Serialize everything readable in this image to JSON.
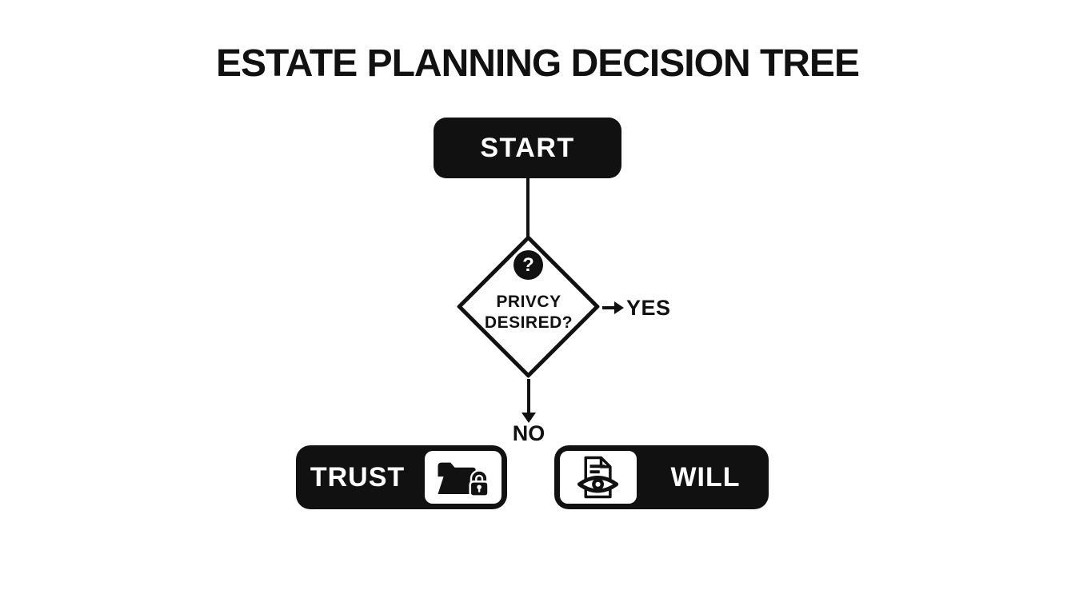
{
  "title": "ESTATE PLANNING DECISION TREE",
  "colors": {
    "ink": "#111111",
    "background": "#ffffff"
  },
  "flowchart": {
    "start": {
      "label": "START"
    },
    "decision": {
      "badge_icon": "question-icon",
      "badge_glyph": "?",
      "line1": "PRIVCY",
      "line2": "DESIRED?"
    },
    "branch_yes": {
      "label": "YES"
    },
    "branch_no": {
      "label": "NO"
    },
    "outcome_trust": {
      "label": "TRUST",
      "icon": "folder-lock-icon"
    },
    "outcome_will": {
      "label": "WILL",
      "icon": "document-eye-icon"
    }
  }
}
